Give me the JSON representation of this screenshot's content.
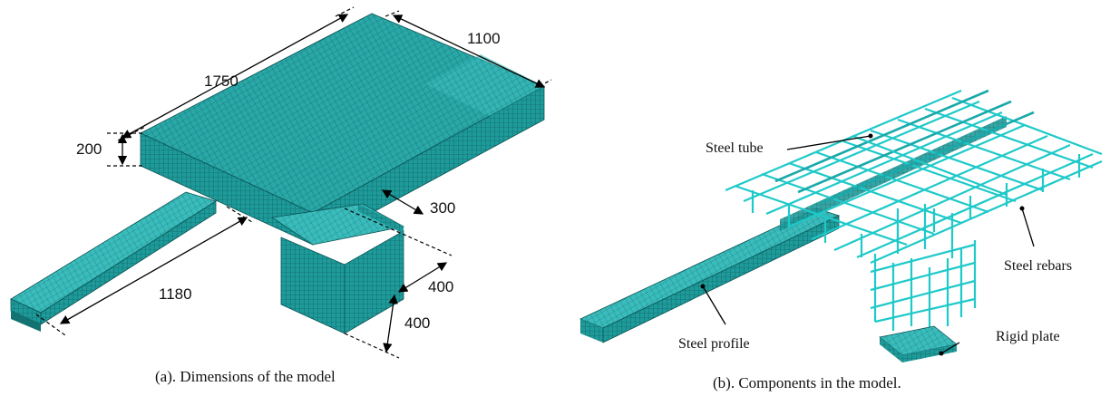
{
  "panel_a": {
    "dimensions": {
      "d1750": "1750",
      "d1100": "1100",
      "d200": "200",
      "d300": "300",
      "d1180": "1180",
      "d400a": "400",
      "d400b": "400"
    },
    "caption": "(a). Dimensions of the model"
  },
  "panel_b": {
    "labels": {
      "steel_tube": "Steel tube",
      "steel_rebars": "Steel rebars",
      "steel_profile": "Steel profile",
      "rigid_plate": "Rigid plate"
    },
    "caption": "(b). Components in the model."
  },
  "colors": {
    "mesh_face": "#1fa3a3",
    "mesh_top": "#2bb1b1",
    "mesh_side": "#168c8c",
    "rebar": "#1fc9c9"
  }
}
